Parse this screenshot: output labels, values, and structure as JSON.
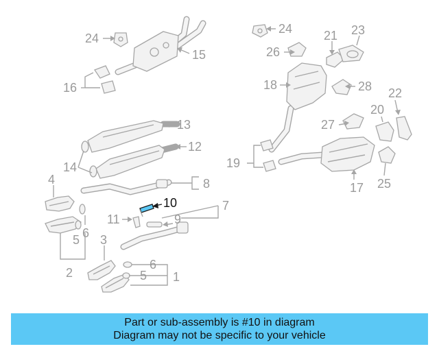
{
  "diagram": {
    "highlight_color": "#5bc8f5",
    "labels": {
      "l1": "1",
      "l2": "2",
      "l3": "3",
      "l4": "4",
      "l5a": "5",
      "l5b": "5",
      "l6a": "6",
      "l6b": "6",
      "l7": "7",
      "l8": "8",
      "l9": "9",
      "l10": "10",
      "l11": "11",
      "l12": "12",
      "l13": "13",
      "l14": "14",
      "l15": "15",
      "l16": "16",
      "l17": "17",
      "l18": "18",
      "l19": "19",
      "l20": "20",
      "l21": "21",
      "l22": "22",
      "l23": "23",
      "l24a": "24",
      "l24b": "24",
      "l25": "25",
      "l26": "26",
      "l27": "27",
      "l28": "28"
    }
  },
  "banner": {
    "line1": "Part or sub-assembly is #10 in diagram",
    "line2": "Diagram may not be specific to your vehicle"
  }
}
